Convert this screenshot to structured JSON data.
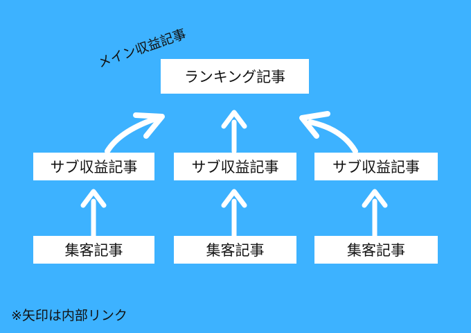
{
  "diagram": {
    "top_label": "メイン収益記事",
    "top": "ランキング記事",
    "middle": [
      "サブ収益記事",
      "サブ収益記事",
      "サブ収益記事"
    ],
    "bottom": [
      "集客記事",
      "集客記事",
      "集客記事"
    ],
    "note": "※矢印は内部リンク"
  },
  "colors": {
    "background": "#3db2ff",
    "box": "#ffffff",
    "arrow": "#ffffff",
    "text": "#111111"
  }
}
